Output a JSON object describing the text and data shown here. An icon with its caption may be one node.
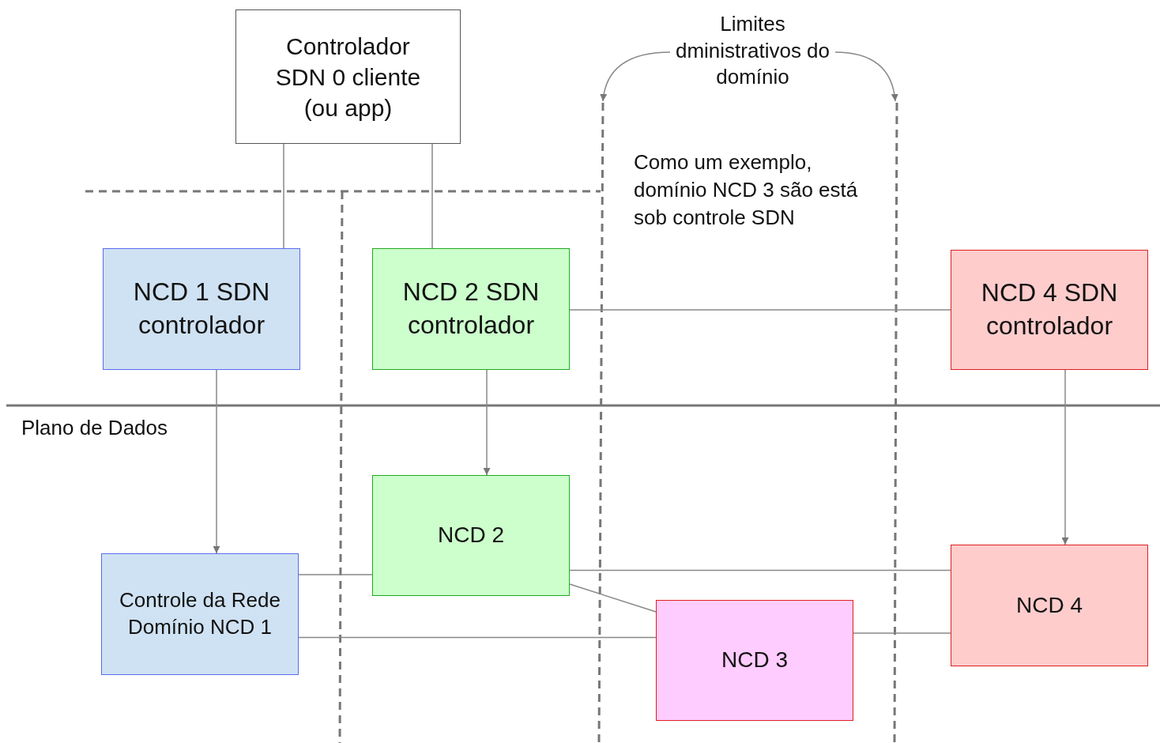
{
  "diagram": {
    "nodes": [
      {
        "text": [
          "Controlador SDN 0 cliente (ou app)"
        ]
      },
      {
        "text": [
          "NCD 1 SDN controlador"
        ]
      },
      {
        "text": [
          "NCD 2 SDN controlador"
        ]
      },
      {
        "text": [
          "NCD 4 SDN controlador"
        ]
      },
      {
        "text": [
          "Controle da Rede Domínio NCD 1"
        ]
      },
      {
        "text": [
          "NCD 2"
        ]
      },
      {
        "text": [
          "NCD 3"
        ]
      },
      {
        "text": [
          "NCD 4"
        ]
      },
      {
        "text": [
          "Limites dministrativos do domínio"
        ]
      }
    ],
    "edges": [
      {
        "from": 0,
        "to": 1,
        "arrow": "none"
      },
      {
        "from": 0,
        "to": 2,
        "arrow": "none"
      },
      {
        "from": 2,
        "to": 3,
        "arrow": "none"
      },
      {
        "from": 1,
        "to": 4,
        "arrow": "to"
      },
      {
        "from": 2,
        "to": 5,
        "arrow": "to"
      },
      {
        "from": 3,
        "to": 7,
        "arrow": "to"
      },
      {
        "from": 4,
        "to": 5,
        "arrow": "none"
      },
      {
        "from": 4,
        "to": 6,
        "arrow": "none"
      },
      {
        "from": 5,
        "to": 6,
        "arrow": "none"
      },
      {
        "from": 5,
        "to": 7,
        "arrow": "none"
      },
      {
        "from": 6,
        "to": 7,
        "arrow": "none"
      },
      {
        "from": 8,
        "to": null,
        "arrow": "to"
      },
      {
        "from": 8,
        "to": null,
        "arrow": "to"
      }
    ],
    "labels": [
      "Como um exemplo, domínio NCD 3 são está sob controle SDN",
      "Plano de Dados"
    ]
  }
}
